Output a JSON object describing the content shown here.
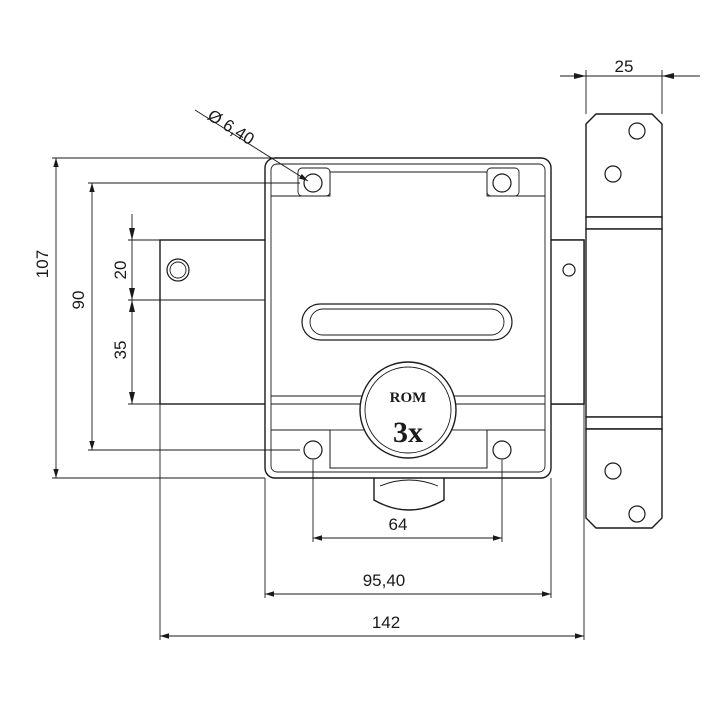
{
  "dimensions": {
    "width_top": "25",
    "hole_diameter": "Ø 6,40",
    "height_total": "107",
    "height_inner": "90",
    "offset_20": "20",
    "offset_35": "35",
    "hole_spacing": "64",
    "body_width": "95,40",
    "total_width": "142"
  },
  "badge": {
    "brand": "ROM",
    "model": "3x"
  }
}
